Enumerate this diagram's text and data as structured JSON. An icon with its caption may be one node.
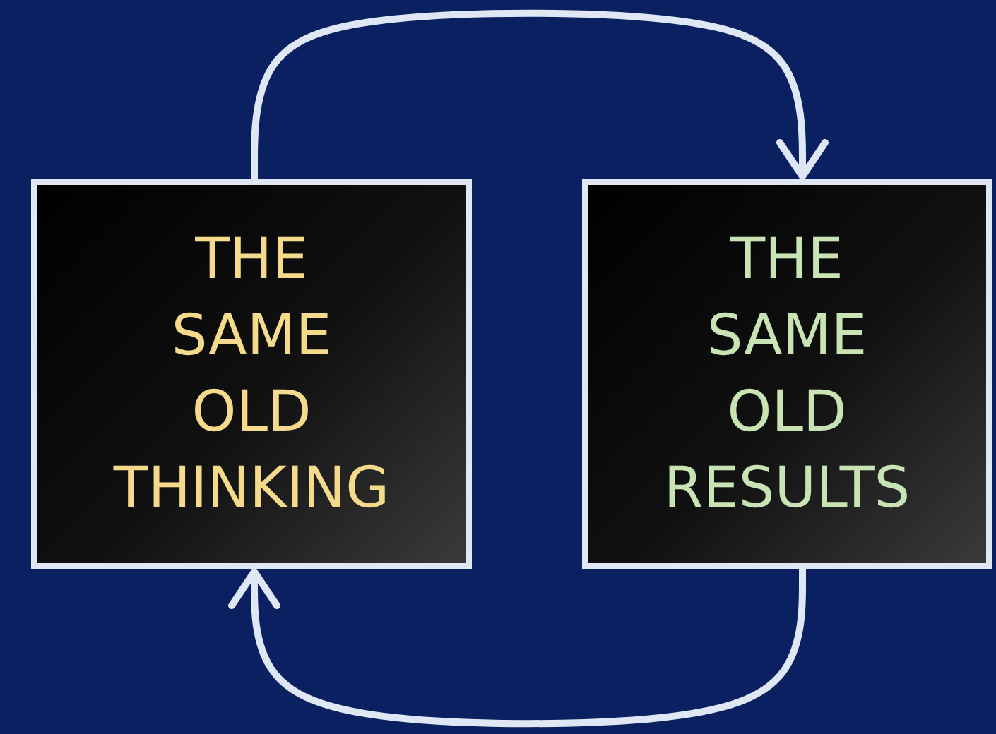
{
  "diagram": {
    "nodes": [
      {
        "text": [
          "THE SAME OLD THINKING"
        ]
      },
      {
        "text": [
          "THE SAME OLD RESULTS"
        ]
      }
    ],
    "edges": [
      {
        "from": 0,
        "to": 1,
        "arrow": "to"
      },
      {
        "from": 1,
        "to": 0,
        "arrow": "to"
      }
    ]
  }
}
